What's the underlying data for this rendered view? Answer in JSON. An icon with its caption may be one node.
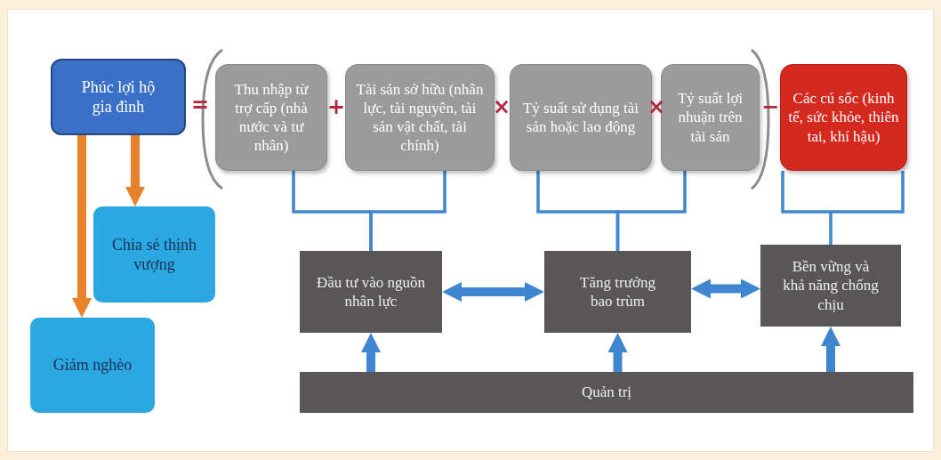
{
  "diagram": {
    "nodes": [
      {
        "text": [
          "Phúc lợi hộ gia đình"
        ]
      },
      {
        "text": [
          "Thu nhập từ trợ cấp (nhà nước và tư nhân)"
        ]
      },
      {
        "text": [
          "Tài sản sở hữu (nhân lực, tài nguyên, tài sản vật chất, tài chính)"
        ]
      },
      {
        "text": [
          "Tỷ suất sử dụng tài sản hoặc lao động"
        ]
      },
      {
        "text": [
          "Tỷ suất lợi nhuận trên tài sản"
        ]
      },
      {
        "text": [
          "Các cú sốc (kinh tế, sức khỏe, thiên tai, khí hậu)"
        ]
      },
      {
        "text": [
          "Chia sẻ thịnh vượng"
        ]
      },
      {
        "text": [
          "Giảm nghèo"
        ]
      },
      {
        "text": [
          "Đầu tư vào nguồn nhân lực"
        ]
      },
      {
        "text": [
          "Tăng trưởng bao trùm"
        ]
      },
      {
        "text": [
          "Bền vững và khả năng chống chịu"
        ]
      },
      {
        "text": [
          "Quản trị"
        ]
      }
    ],
    "edges": [
      {
        "from": 0,
        "to": 7,
        "arrow": "to",
        "color": "#e8822a"
      },
      {
        "from": 0,
        "to": 6,
        "arrow": "to",
        "color": "#e8822a"
      },
      {
        "from": 8,
        "to": 1,
        "arrow": "none"
      },
      {
        "from": 8,
        "to": 2,
        "arrow": "none"
      },
      {
        "from": 9,
        "to": 3,
        "arrow": "none"
      },
      {
        "from": 9,
        "to": 4,
        "arrow": "none"
      },
      {
        "from": 10,
        "to": 5,
        "arrow": "none"
      },
      {
        "from": 8,
        "to": 9,
        "arrow": "both"
      },
      {
        "from": 9,
        "to": 10,
        "arrow": "both"
      },
      {
        "from": 11,
        "to": 8,
        "arrow": "to"
      },
      {
        "from": 11,
        "to": 9,
        "arrow": "to"
      },
      {
        "from": 11,
        "to": 10,
        "arrow": "to"
      }
    ],
    "labels": [
      "=",
      "+",
      "×",
      "×",
      "−"
    ]
  }
}
